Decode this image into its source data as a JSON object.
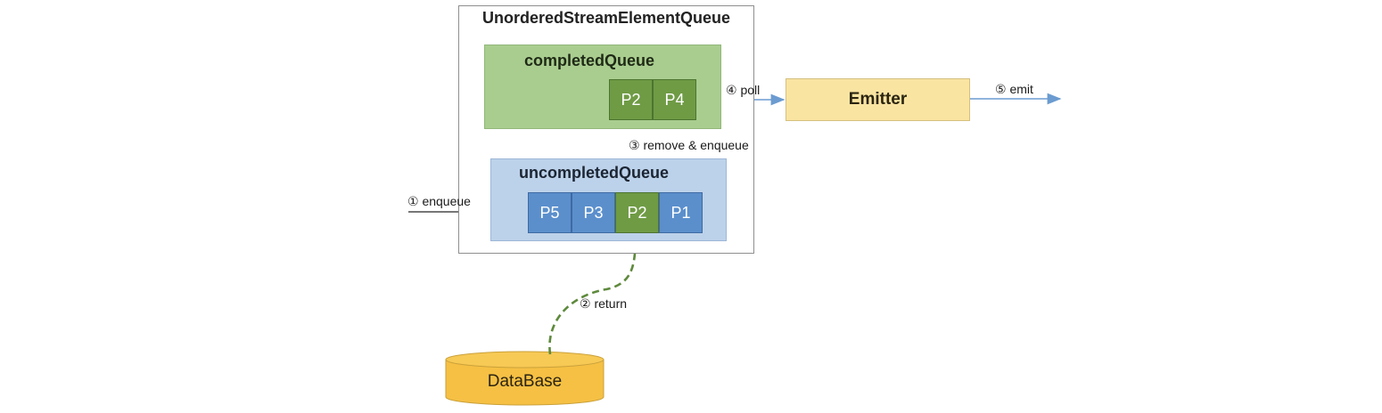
{
  "diagram": {
    "outer_title": "UnorderedStreamElementQueue",
    "completed_title": "completedQueue",
    "uncompleted_title": "uncompletedQueue",
    "completed_cells": [
      "P2",
      "P4"
    ],
    "uncompleted_cells": [
      "P5",
      "P3",
      "P2",
      "P1"
    ],
    "emitter_label": "Emitter",
    "database_label": "DataBase",
    "steps": {
      "enqueue": "① enqueue",
      "return": "② return",
      "remove_enqueue": "③ remove & enqueue",
      "poll": "④ poll",
      "emit": "⑤ emit"
    },
    "colors": {
      "completed_box": "#a9cd8f",
      "uncompleted_box": "#bcd2ea",
      "green_cell": "#6f9b45",
      "blue_cell": "#5b8fcc",
      "emitter": "#fae4a2",
      "database": "#f5c044",
      "flow_arrow": "#6b9bd0",
      "green_arrow": "#5e8a3c"
    }
  }
}
